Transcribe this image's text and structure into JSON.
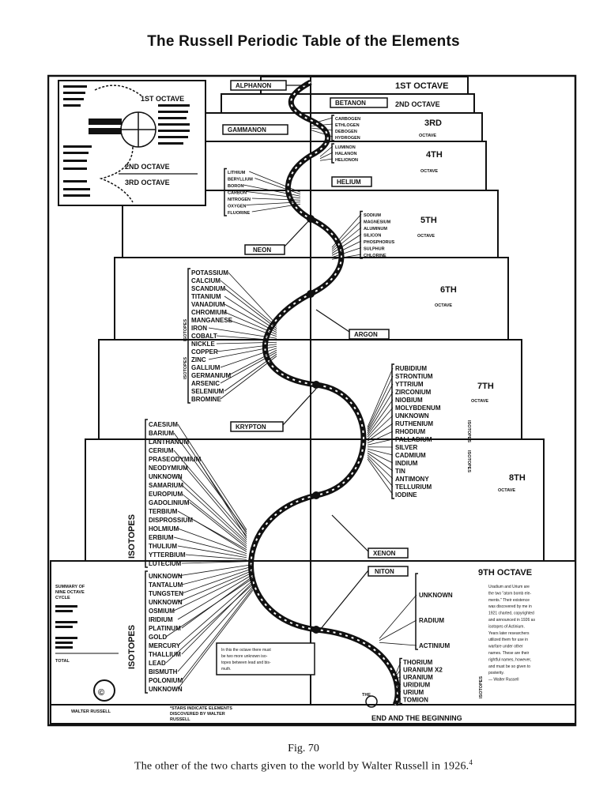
{
  "title": "The Russell Periodic Table of the Elements",
  "caption": {
    "figure": "Fig. 70",
    "text": "The other of the two charts given to the world by Walter Russell in 1926.",
    "footnote": "4"
  },
  "octaves": {
    "o1": "1ST OCTAVE",
    "o2": "2ND OCTAVE",
    "o3a": "3RD",
    "o3b": "OCTAVE",
    "o4a": "4TH",
    "o4b": "OCTAVE",
    "o5a": "5TH",
    "o5b": "OCTAVE",
    "o6a": "6TH",
    "o6b": "OCTAVE",
    "o7a": "7TH",
    "o7b": "OCTAVE",
    "o8a": "8TH",
    "o8b": "OCTAVE",
    "o9": "9TH OCTAVE"
  },
  "inset": {
    "o1": "1ST OCTAVE",
    "o2": "2ND OCTAVE",
    "o3": "3RD OCTAVE"
  },
  "nobles": {
    "alphanon": "ALPHANON",
    "betanon": "BETANON",
    "gammanon": "GAMMANON",
    "helium": "HELIUM",
    "neon": "NEON",
    "argon": "ARGON",
    "krypton": "KRYPTON",
    "xenon": "XENON",
    "niton": "NITON"
  },
  "elements": {
    "g3": [
      "CARBOGEN",
      "ETHLOGEN",
      "DEBOGEN",
      "HYDROGEN"
    ],
    "g4": [
      "LUMINON",
      "HALANON",
      "HELIONON"
    ],
    "g5l": [
      "LITHIUM",
      "BERYLLIUM",
      "BORON",
      "CARBON",
      "NITROGEN",
      "OXYGEN",
      "FLUORINE"
    ],
    "g5r": [
      "SODIUM",
      "MAGNESIUM",
      "ALUMINUM",
      "SILICON",
      "PHOSPHORUS",
      "SULPHUR",
      "CHLORINE"
    ],
    "g6": [
      "POTASSIUM",
      "CALCIUM",
      "SCANDIUM",
      "TITANIUM",
      "VANADIUM",
      "CHROMIUM",
      "MANGANESE",
      "IRON",
      "COBALT",
      "NICKLE",
      "COPPER",
      "ZINC",
      "GALLIUM",
      "GERMANIUM",
      "ARSENIC",
      "SELENIUM",
      "BROMINE"
    ],
    "g7": [
      "RUBIDIUM",
      "STRONTIUM",
      "YTTRIUM",
      "ZIRCONIUM",
      "NIOBIUM",
      "MOLYBDENUM",
      "UNKNOWN",
      "RUTHENIUM",
      "RHODIUM",
      "PALLADIUM",
      "SILVER",
      "CADMIUM",
      "INDIUM",
      "TIN",
      "ANTIMONY",
      "TELLURIUM",
      "IODINE"
    ],
    "g8": [
      "CAESIUM",
      "BARIUM",
      "LANTHANUM",
      "CERIUM",
      "PRASEODYMIUM",
      "NEODYMIUM",
      "UNKNOWN",
      "SAMARIUM",
      "EUROPIUM",
      "GADOLINIUM",
      "TERBIUM",
      "DISPROSSIUM",
      "HOLMIUM",
      "ERBIUM",
      "THULIUM",
      "YTTERBIUM",
      "LUTECIUM"
    ],
    "g9l": [
      "UNKNOWN",
      "TANTALUM",
      "TUNGSTEN",
      "UNKNOWN",
      "OSMIUM",
      "IRIDIUM",
      "PLATINUM",
      "GOLD",
      "MERCURY",
      "THALLIUM",
      "LEAD",
      "BISMUTH",
      "POLONIUM",
      "UNKNOWN"
    ],
    "g9r": [
      "UNKNOWN",
      "RADIUM",
      "ACTINIUM"
    ],
    "g9b": [
      "THORIUM",
      "URANIUM X2",
      "URANIUM",
      "URIDIUM",
      "URIUM",
      "TOMION"
    ]
  },
  "isotopes": {
    "small": "ISOTOPES",
    "big": "ISOTOPES"
  },
  "summary": {
    "title1": "SUMMARY OF",
    "title2": "NINE OCTAVE",
    "title3": "CYCLE",
    "total": "TOTAL"
  },
  "bottom": {
    "the": "THE",
    "end": "END AND THE BEGINNING",
    "copyright": "©",
    "author": "WALTER RUSSELL",
    "stars1": "*STARS INDICATE ELEMENTS",
    "stars2": "DISCOVERED BY WALTER",
    "stars3": "RUSSELL"
  },
  "notes": {
    "curve": [
      "In this the octave there must",
      "be two more unknown iso-",
      "topes between lead and bis-",
      "muth."
    ],
    "uranium": [
      "Uradium and Urium are",
      "the two \"atom bomb ele-",
      "ments.\" Their existence",
      "was discovered by me in",
      "1921 charted, copyrighted",
      "and announced in 1926 as",
      "isotopes of Actinium.",
      "Years later researchers",
      "utilized them for use in",
      "warfare under other",
      "names. These are their",
      "rightful names, however,",
      "and must be so given to",
      "posterity.",
      "— Walter Russell"
    ]
  }
}
